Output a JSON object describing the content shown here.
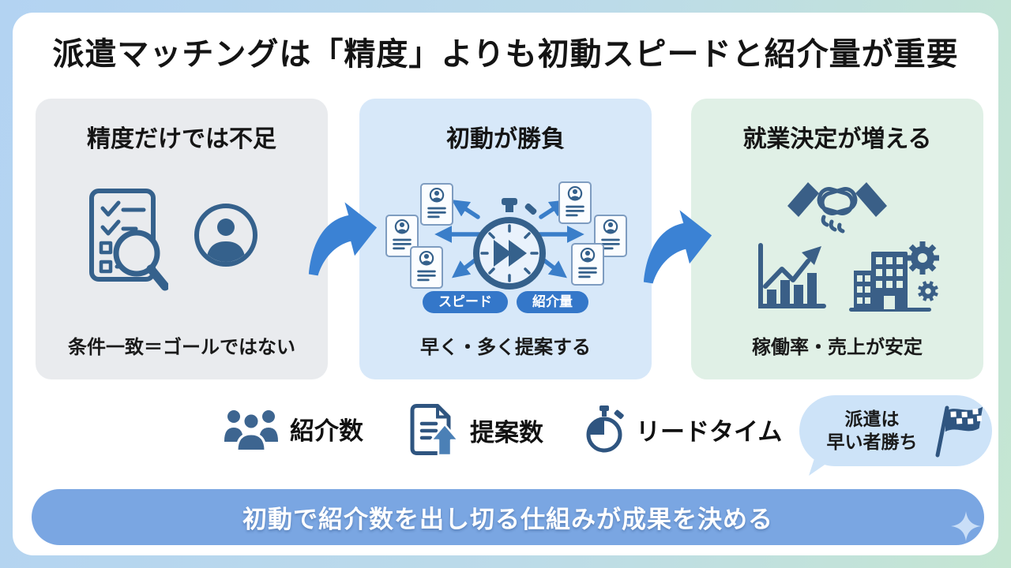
{
  "title": "派遣マッチングは「精度」よりも初動スピードと紹介量が重要",
  "panels": [
    {
      "id": "precision",
      "heading": "精度だけでは不足",
      "caption": "条件一致＝ゴールではない"
    },
    {
      "id": "speed",
      "heading": "初動が勝負",
      "badges": [
        "スピード",
        "紹介量"
      ],
      "caption": "早く・多く提案する"
    },
    {
      "id": "outcome",
      "heading": "就業決定が増える",
      "caption": "稼働率・売上が安定"
    }
  ],
  "metrics": [
    {
      "label": "紹介数",
      "icon": "people-group-icon"
    },
    {
      "label": "提案数",
      "icon": "document-up-icon"
    },
    {
      "label": "リードタイム",
      "icon": "stopwatch-icon"
    }
  ],
  "bubble": {
    "line1": "派遣は",
    "line2": "早い者勝ち",
    "icon": "checkered-flag-icon"
  },
  "banner": {
    "text": "初動で紹介数を出し切る仕組みが成果を決める"
  },
  "icons": {
    "panel_precision": [
      "checklist-search-icon",
      "person-circle-icon"
    ],
    "panel_speed": [
      "profile-card-icon",
      "fast-forward-stopwatch-icon",
      "radiating-arrows-icon"
    ],
    "panel_outcome": [
      "handshake-icon",
      "growth-chart-icon",
      "factory-gear-icon"
    ],
    "flow": "curved-arrow-icon",
    "banner": "sparkle-icon"
  },
  "colors": {
    "background_left": "#b3d3f2",
    "background_right": "#c5e6d2",
    "card": "#ffffff",
    "panel_precision": "#e9ebee",
    "panel_speed": "#d7e8f9",
    "panel_outcome": "#e0f0e6",
    "icon_steel_blue": "#35618c",
    "arrow_blue": "#3b82d4",
    "badge_blue": "#3477c9",
    "banner_blue": "#7aa6e2",
    "bubble_blue": "#cde3f8",
    "text_dark": "#1a1a1a"
  }
}
